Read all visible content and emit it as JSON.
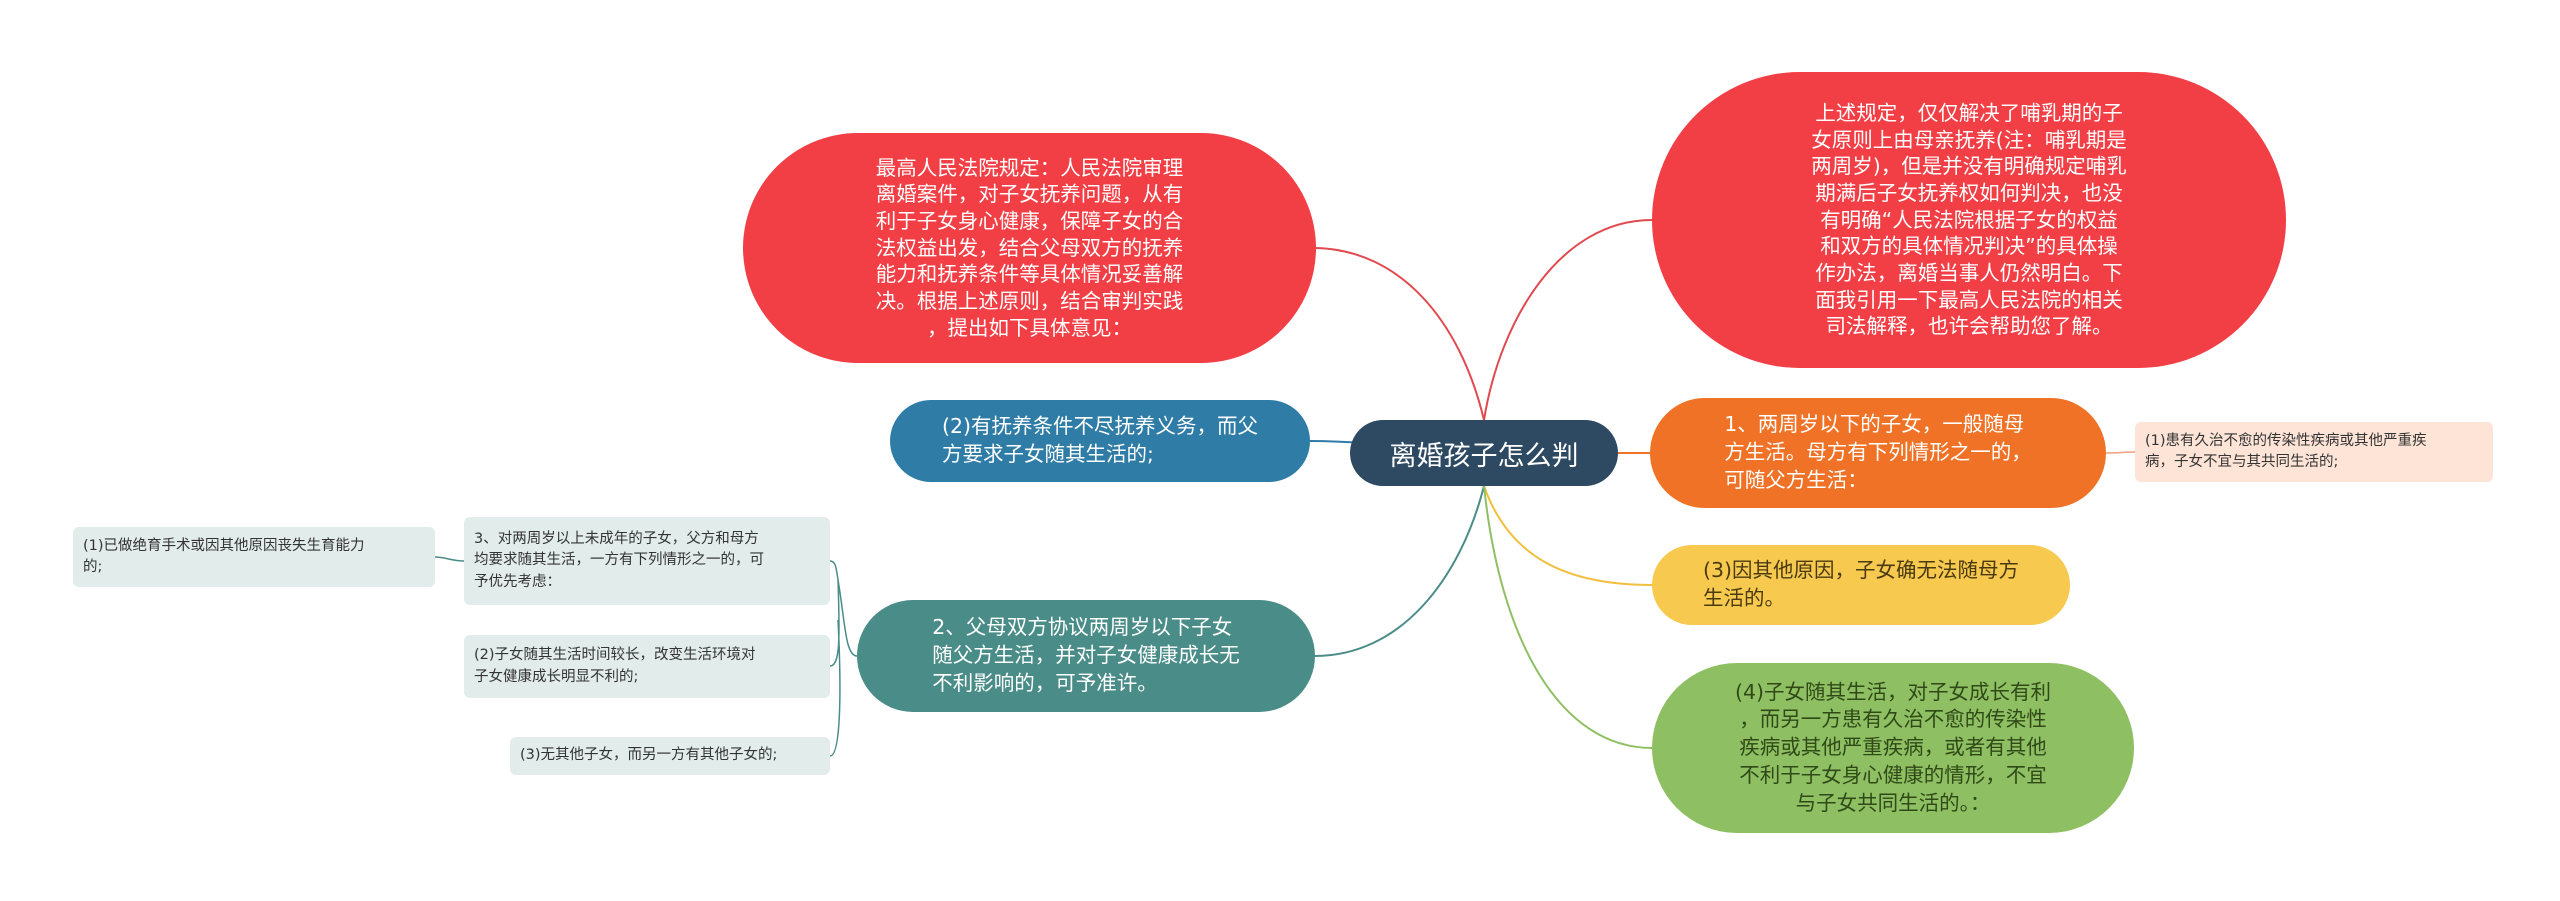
{
  "colors": {
    "root": "#2e4a63",
    "red": "#f23e45",
    "blue": "#2f7ca7",
    "teal": "#4a8c88",
    "orange": "#ef7226",
    "yellow": "#f7c94f",
    "green": "#8fbf63",
    "sub_teal": "#e2ecea",
    "sub_orange": "#fde4d7"
  },
  "root": {
    "title": "离婚孩子怎么判"
  },
  "left": {
    "top_blob": "最高人民法院规定：人民法院审理\n离婚案件，对子女抚养问题，从有\n利于子女身心健康，保障子女的合\n法权益出发，结合父母双方的抚养\n能力和抚养条件等具体情况妥善解\n决。根据上述原则，结合审判实践\n，提出如下具体意见：",
    "blue_node": "(2)有抚养条件不尽抚养义务，而父\n方要求子女随其生活的;",
    "teal_node": "2、父母双方协议两周岁以下子女\n随父方生活，并对子女健康成长无\n不利影响的，可予准许。",
    "teal_children": {
      "main": "3、对两周岁以上未成年的子女，父方和母方\n均要求随其生活，一方有下列情形之一的，可\n予优先考虑：",
      "far": "(1)已做绝育手术或因其他原因丧失生育能力\n的;",
      "b": "(2)子女随其生活时间较长，改变生活环境对\n子女健康成长明显不利的;",
      "c": "(3)无其他子女，而另一方有其他子女的;"
    }
  },
  "right": {
    "top_blob": "上述规定，仅仅解决了哺乳期的子\n女原则上由母亲抚养(注：哺乳期是\n两周岁)，但是并没有明确规定哺乳\n期满后子女抚养权如何判决，也没\n有明确“人民法院根据子女的权益\n和双方的具体情况判决”的具体操\n作办法，离婚当事人仍然明白。下\n面我引用一下最高人民法院的相关\n司法解释，也许会帮助您了解。",
    "orange_node": "1、两周岁以下的子女，一般随母\n方生活。母方有下列情形之一的，\n可随父方生活：",
    "orange_child": "(1)患有久治不愈的传染性疾病或其他严重疾\n病，子女不宜与其共同生活的;",
    "yellow_node": "(3)因其他原因，子女确无法随母方\n生活的。",
    "green_node": "(4)子女随其生活，对子女成长有利\n，而另一方患有久治不愈的传染性\n疾病或其他严重疾病，或者有其他\n不利于子女身心健康的情形，不宜\n与子女共同生活的。："
  }
}
